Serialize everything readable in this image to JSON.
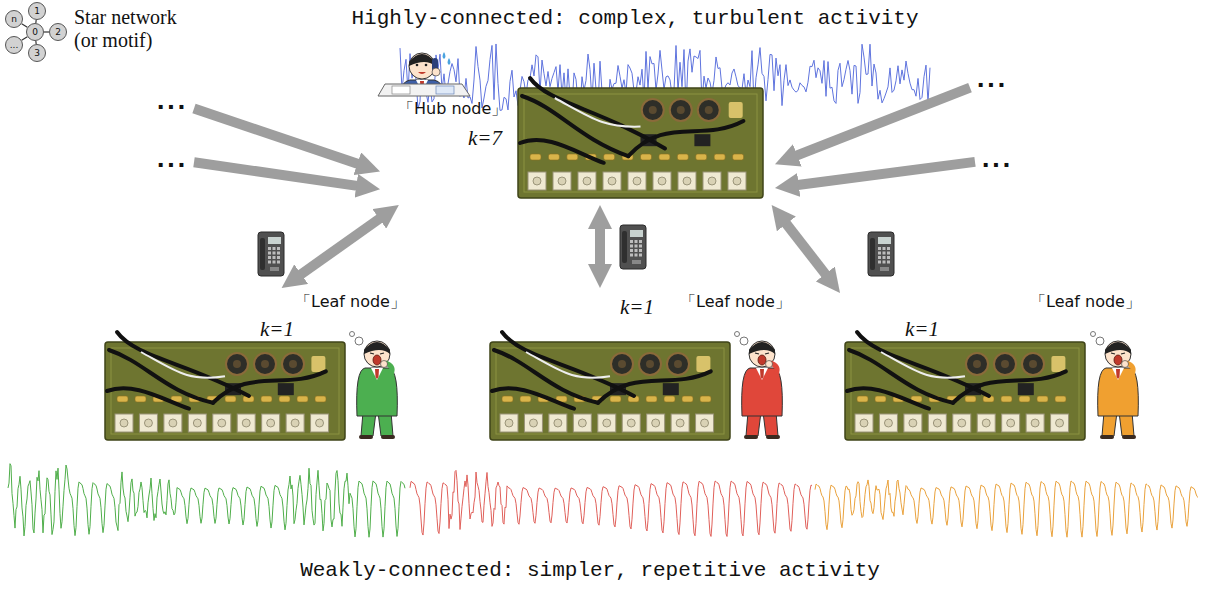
{
  "diagram": {
    "title": "Highly-connected: complex, turbulent activity",
    "caption": "Weakly-connected: simpler, repetitive activity",
    "nodes": [
      {
        "text": [
          "1"
        ]
      },
      {
        "text": [
          "n"
        ]
      },
      {
        "text": [
          "0"
        ]
      },
      {
        "text": [
          "2"
        ]
      },
      {
        "text": [
          "..."
        ]
      },
      {
        "text": [
          "3"
        ]
      },
      {
        "text": [
          "..."
        ]
      },
      {
        "text": [
          "..."
        ]
      },
      {
        "text": [
          "..."
        ]
      },
      {
        "text": [
          "..."
        ]
      },
      {
        "text": [
          "「Hub node」",
          "k=7"
        ]
      },
      {
        "text": [
          "「Leaf node」",
          "k=1"
        ]
      },
      {
        "text": [
          "k=1",
          "「Leaf node」"
        ]
      },
      {
        "text": [
          "「Leaf node」",
          "k=1"
        ]
      }
    ],
    "edges": [
      {
        "from": 2,
        "to": 0,
        "arrow": "none"
      },
      {
        "from": 2,
        "to": 1,
        "arrow": "none"
      },
      {
        "from": 2,
        "to": 3,
        "arrow": "none"
      },
      {
        "from": 2,
        "to": 4,
        "arrow": "none"
      },
      {
        "from": 2,
        "to": 5,
        "arrow": "none"
      },
      {
        "from": 6,
        "to": 10,
        "arrow": "to"
      },
      {
        "from": 7,
        "to": 10,
        "arrow": "to"
      },
      {
        "from": 8,
        "to": 10,
        "arrow": "to"
      },
      {
        "from": 9,
        "to": 10,
        "arrow": "to"
      },
      {
        "from": 10,
        "to": 11,
        "arrow": "both"
      },
      {
        "from": 10,
        "to": 12,
        "arrow": "both"
      },
      {
        "from": 10,
        "to": 13,
        "arrow": "both"
      }
    ],
    "labels": [
      "Star network (or motif)"
    ]
  }
}
